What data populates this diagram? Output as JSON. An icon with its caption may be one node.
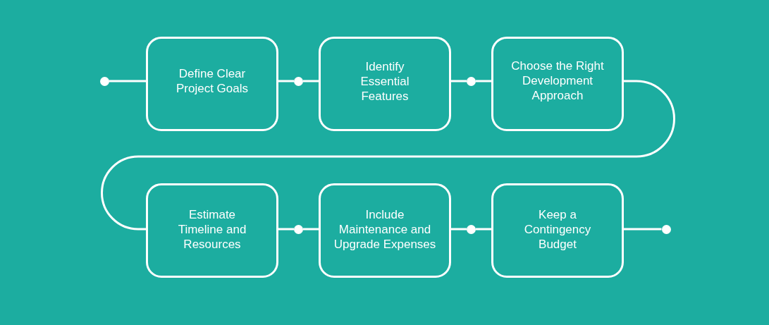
{
  "diagram": {
    "nodes": [
      {
        "text": [],
        "shape": "circle"
      },
      {
        "text": [
          "Define Clear Project Goals"
        ]
      },
      {
        "text": [],
        "shape": "circle"
      },
      {
        "text": [
          "Identify Essential Features"
        ]
      },
      {
        "text": [],
        "shape": "circle"
      },
      {
        "text": [
          "Choose the Right Development Approach"
        ]
      },
      {
        "text": [
          "Estimate Timeline and Resources"
        ]
      },
      {
        "text": [],
        "shape": "circle"
      },
      {
        "text": [
          "Include Maintenance and Upgrade Expenses"
        ]
      },
      {
        "text": [],
        "shape": "circle"
      },
      {
        "text": [
          "Keep a Contingency Budget"
        ]
      },
      {
        "text": [],
        "shape": "circle"
      }
    ],
    "edges": [
      {
        "from": 0,
        "to": 1,
        "arrow": "none"
      },
      {
        "from": 1,
        "to": 2,
        "arrow": "none"
      },
      {
        "from": 2,
        "to": 3,
        "arrow": "none"
      },
      {
        "from": 3,
        "to": 4,
        "arrow": "none"
      },
      {
        "from": 4,
        "to": 5,
        "arrow": "none"
      },
      {
        "from": 5,
        "to": 6,
        "arrow": "none"
      },
      {
        "from": 6,
        "to": 7,
        "arrow": "none"
      },
      {
        "from": 7,
        "to": 8,
        "arrow": "none"
      },
      {
        "from": 8,
        "to": 9,
        "arrow": "none"
      },
      {
        "from": 9,
        "to": 10,
        "arrow": "none"
      },
      {
        "from": 10,
        "to": 11,
        "arrow": "none"
      }
    ]
  }
}
